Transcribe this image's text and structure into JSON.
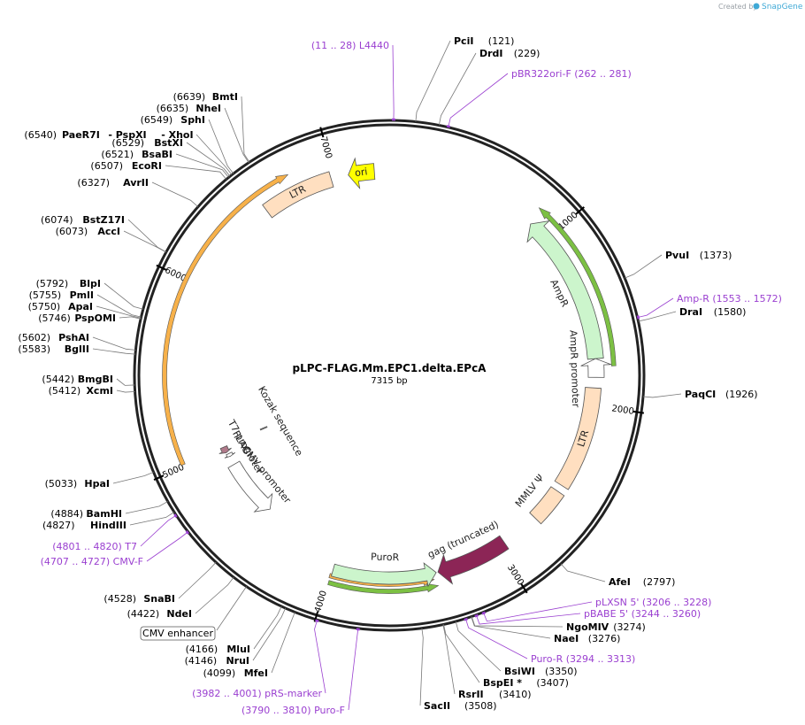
{
  "credit": {
    "prefix": "Created by",
    "brand": "SnapGene"
  },
  "plasmid": {
    "name": "pLPC-FLAG.Mm.EPC1.delta.EPcA",
    "length": 7315,
    "length_label": "7315 bp"
  },
  "colors": {
    "primer": "#9a3fd0",
    "ori": "#ffff00",
    "ampr": "#ccf5cc",
    "ltr": "#ffdfc0",
    "gag": "#8c2556",
    "puror": "#ccf5cc",
    "orange_bar": "#f7b14a",
    "green_bar": "#7cc043"
  },
  "tick_labels": [
    "1000",
    "2000",
    "3000",
    "4000",
    "5000",
    "6000",
    "7000"
  ],
  "features": [
    {
      "id": "ori",
      "label": "ori",
      "start": 7080,
      "end": 7230,
      "type": "ori",
      "dir": "ccw"
    },
    {
      "id": "ampr",
      "label": "AmpR",
      "start": 875,
      "end": 1735,
      "type": "cds",
      "dir": "ccw"
    },
    {
      "id": "ampr-promoter",
      "label": "AmpR promoter",
      "start": 1735,
      "end": 1840,
      "type": "promoter",
      "dir": "ccw"
    },
    {
      "id": "ltr-right",
      "label": "LTR",
      "start": 1900,
      "end": 2490,
      "type": "ltr",
      "dir": "none"
    },
    {
      "id": "mmlv-psi",
      "label": "MMLV Ψ",
      "start": 2530,
      "end": 2730,
      "type": "ltr",
      "dir": "none"
    },
    {
      "id": "gag",
      "label": "gag (truncated)",
      "start": 2955,
      "end": 3375,
      "type": "gag",
      "dir": "cw"
    },
    {
      "id": "puror",
      "label": "PuroR",
      "start": 3385,
      "end": 3985,
      "type": "cds",
      "dir": "ccw"
    },
    {
      "id": "cmv-promoter",
      "label": "CMV promoter",
      "start": 4505,
      "end": 4880,
      "type": "promoter",
      "dir": "ccw"
    },
    {
      "id": "t7-promoter",
      "label": "T7 promoter",
      "start": 4938,
      "end": 4958,
      "type": "promoter",
      "dir": "ccw"
    },
    {
      "id": "flag",
      "label": "FLAG",
      "start": 4970,
      "end": 5010,
      "type": "flag",
      "dir": "ccw"
    },
    {
      "id": "kozak",
      "label": "Kozak sequence",
      "start": 5018,
      "end": 5026,
      "type": "kozak",
      "dir": "none"
    },
    {
      "id": "ltr-left",
      "label": "LTR",
      "start": 6570,
      "end": 6980,
      "type": "ltr",
      "dir": "none"
    }
  ],
  "bars": [
    {
      "id": "green-bar",
      "start": 850,
      "end": 1780,
      "type": "green",
      "dir": "ccw"
    },
    {
      "id": "green-bar-2",
      "start": 3390,
      "end": 3990,
      "type": "green",
      "dir": "ccw"
    },
    {
      "id": "orange-bar-right",
      "start": 3405,
      "end": 3995,
      "type": "orange",
      "dir": "ccw"
    },
    {
      "id": "orange-bar-left",
      "start": 5010,
      "end": 6770,
      "type": "orange",
      "dir": "cw"
    }
  ],
  "sites": [
    {
      "name": "PciI",
      "pos": "(121)",
      "label_side": "right",
      "anchor": 121
    },
    {
      "name": "DrdI",
      "pos": "(229)",
      "label_side": "right",
      "anchor": 229
    },
    {
      "name": "PvuI",
      "pos": "(1373)",
      "label_side": "right",
      "anchor": 1373
    },
    {
      "name": "DraI",
      "pos": "(1580)",
      "label_side": "right",
      "anchor": 1580
    },
    {
      "name": "PaqCI",
      "pos": "(1926)",
      "label_side": "right",
      "anchor": 1926
    },
    {
      "name": "AfeI",
      "pos": "(2797)",
      "label_side": "right",
      "anchor": 2797
    },
    {
      "name": "NgoMIV",
      "pos": "(3274)",
      "label_side": "right",
      "anchor": 3274
    },
    {
      "name": "NaeI",
      "pos": "(3276)",
      "label_side": "right",
      "anchor": 3276
    },
    {
      "name": "BsiWI",
      "pos": "(3350)",
      "label_side": "right",
      "anchor": 3350
    },
    {
      "name": "BspEI *",
      "pos": "(3407)",
      "label_side": "right",
      "anchor": 3407
    },
    {
      "name": "RsrII",
      "pos": "(3410)",
      "label_side": "right",
      "anchor": 3410
    },
    {
      "name": "SacII",
      "pos": "(3508)",
      "label_side": "right",
      "anchor": 3508
    },
    {
      "name": "MfeI",
      "pos": "(4099)",
      "label_side": "left",
      "anchor": 4099
    },
    {
      "name": "NruI",
      "pos": "(4146)",
      "label_side": "left",
      "anchor": 4146
    },
    {
      "name": "MluI",
      "pos": "(4166)",
      "label_side": "left",
      "anchor": 4166
    },
    {
      "name": "NdeI",
      "pos": "(4422)",
      "label_side": "left",
      "anchor": 4422
    },
    {
      "name": "SnaBI",
      "pos": "(4528)",
      "label_side": "left",
      "anchor": 4528
    },
    {
      "name": "HindIII",
      "pos": "(4827)",
      "label_side": "left",
      "anchor": 4827
    },
    {
      "name": "BamHI",
      "pos": "(4884)",
      "label_side": "left",
      "anchor": 4884
    },
    {
      "name": "HpaI",
      "pos": "(5033)",
      "label_side": "left",
      "anchor": 5033
    },
    {
      "name": "XcmI",
      "pos": "(5412)",
      "label_side": "left",
      "anchor": 5412
    },
    {
      "name": "BmgBI",
      "pos": "(5442)",
      "label_side": "left",
      "anchor": 5442
    },
    {
      "name": "BglII",
      "pos": "(5583)",
      "label_side": "left",
      "anchor": 5583
    },
    {
      "name": "PshAI",
      "pos": "(5602)",
      "label_side": "left",
      "anchor": 5602
    },
    {
      "name": "PspOMI",
      "pos": "(5746)",
      "label_side": "left",
      "anchor": 5746
    },
    {
      "name": "ApaI",
      "pos": "(5750)",
      "label_side": "left",
      "anchor": 5750
    },
    {
      "name": "PmlI",
      "pos": "(5755)",
      "label_side": "left",
      "anchor": 5755
    },
    {
      "name": "BlpI",
      "pos": "(5792)",
      "label_side": "left",
      "anchor": 5792
    },
    {
      "name": "AccI",
      "pos": "(6073)",
      "label_side": "left",
      "anchor": 6073
    },
    {
      "name": "BstZ17I",
      "pos": "(6074)",
      "label_side": "left",
      "anchor": 6074
    },
    {
      "name": "AvrII",
      "pos": "(6327)",
      "label_side": "left",
      "anchor": 6327
    },
    {
      "name": "EcoRI",
      "pos": "(6507)",
      "label_side": "left",
      "anchor": 6507
    },
    {
      "name": "BsaBI",
      "pos": "(6521)",
      "label_side": "left",
      "anchor": 6521
    },
    {
      "name": "BstXI",
      "pos": "(6529)",
      "label_side": "left",
      "anchor": 6529
    },
    {
      "name": "SphI",
      "pos": "(6549)",
      "label_side": "left",
      "anchor": 6549
    },
    {
      "name": "NheI",
      "pos": "(6635)",
      "label_side": "left",
      "anchor": 6635
    },
    {
      "name": "BmtI",
      "pos": "(6639)",
      "label_side": "left",
      "anchor": 6639
    }
  ],
  "multi_site": {
    "pos": "(6540)",
    "names": [
      "PaeR7I",
      "- PspXI",
      "- XhoI"
    ],
    "anchor": 6540
  },
  "primers": [
    {
      "label": "(11 .. 28)  L4440",
      "anchor": 20
    },
    {
      "label": "pBR322ori-F    (262 .. 281)",
      "anchor": 272
    },
    {
      "label": "Amp-R    (1553 .. 1572)",
      "anchor": 1562
    },
    {
      "label": "pLXSN 5'    (3206 .. 3228)",
      "anchor": 3217
    },
    {
      "label": "pBABE 5'    (3244 .. 3260)",
      "anchor": 3252
    },
    {
      "label": "Puro-R    (3294 .. 3313)",
      "anchor": 3303
    },
    {
      "label": "(3982 .. 4001)  pRS-marker",
      "anchor": 3991
    },
    {
      "label": "(3790 .. 3810)  Puro-F",
      "anchor": 3800
    },
    {
      "label": "(4801 .. 4820)  T7",
      "anchor": 4810
    },
    {
      "label": "(4707 .. 4727)  CMV-F",
      "anchor": 4717
    }
  ],
  "boxed_site": {
    "name": "CMV enhancer",
    "anchor": 4350
  }
}
